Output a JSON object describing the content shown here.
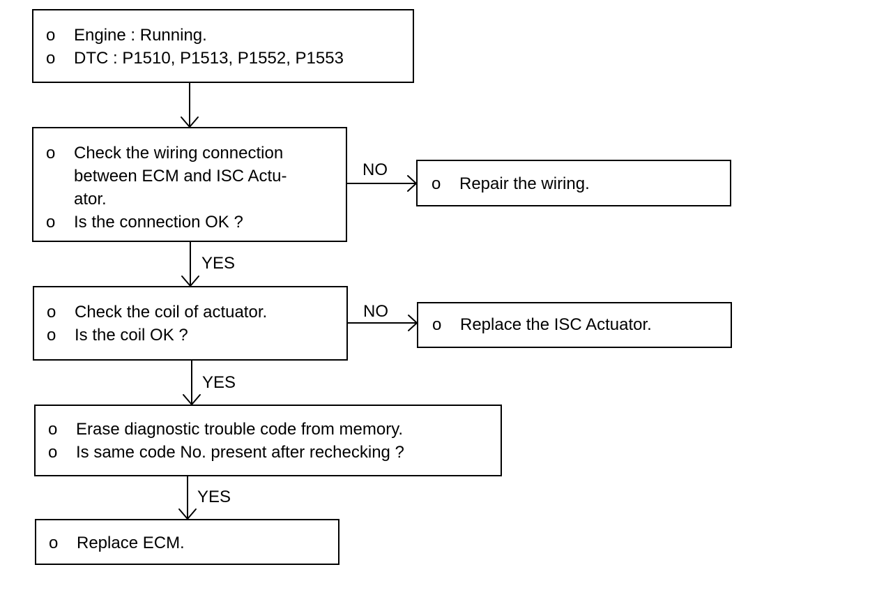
{
  "bullet": "o",
  "steps": [
    {
      "lines": [
        "Engine : Running.",
        "DTC : P1510, P1513, P1552, P1553"
      ]
    },
    {
      "lines": [
        "Check the wiring connection",
        "between ECM and ISC Actu-",
        "ator.",
        "Is the connection OK ?"
      ]
    },
    {
      "lines": [
        "Check the coil of actuator.",
        "Is the coil OK ?"
      ]
    },
    {
      "lines": [
        "Erase diagnostic trouble code from memory.",
        "Is same code No. present after rechecking ?"
      ]
    },
    {
      "lines": [
        "Replace ECM."
      ]
    }
  ],
  "actions": [
    {
      "lines": [
        "Repair the wiring."
      ]
    },
    {
      "lines": [
        "Replace the ISC Actuator."
      ]
    }
  ],
  "labels": {
    "no_1": "NO",
    "no_2": "NO",
    "yes_1": "YES",
    "yes_2": "YES",
    "yes_3": "YES"
  }
}
